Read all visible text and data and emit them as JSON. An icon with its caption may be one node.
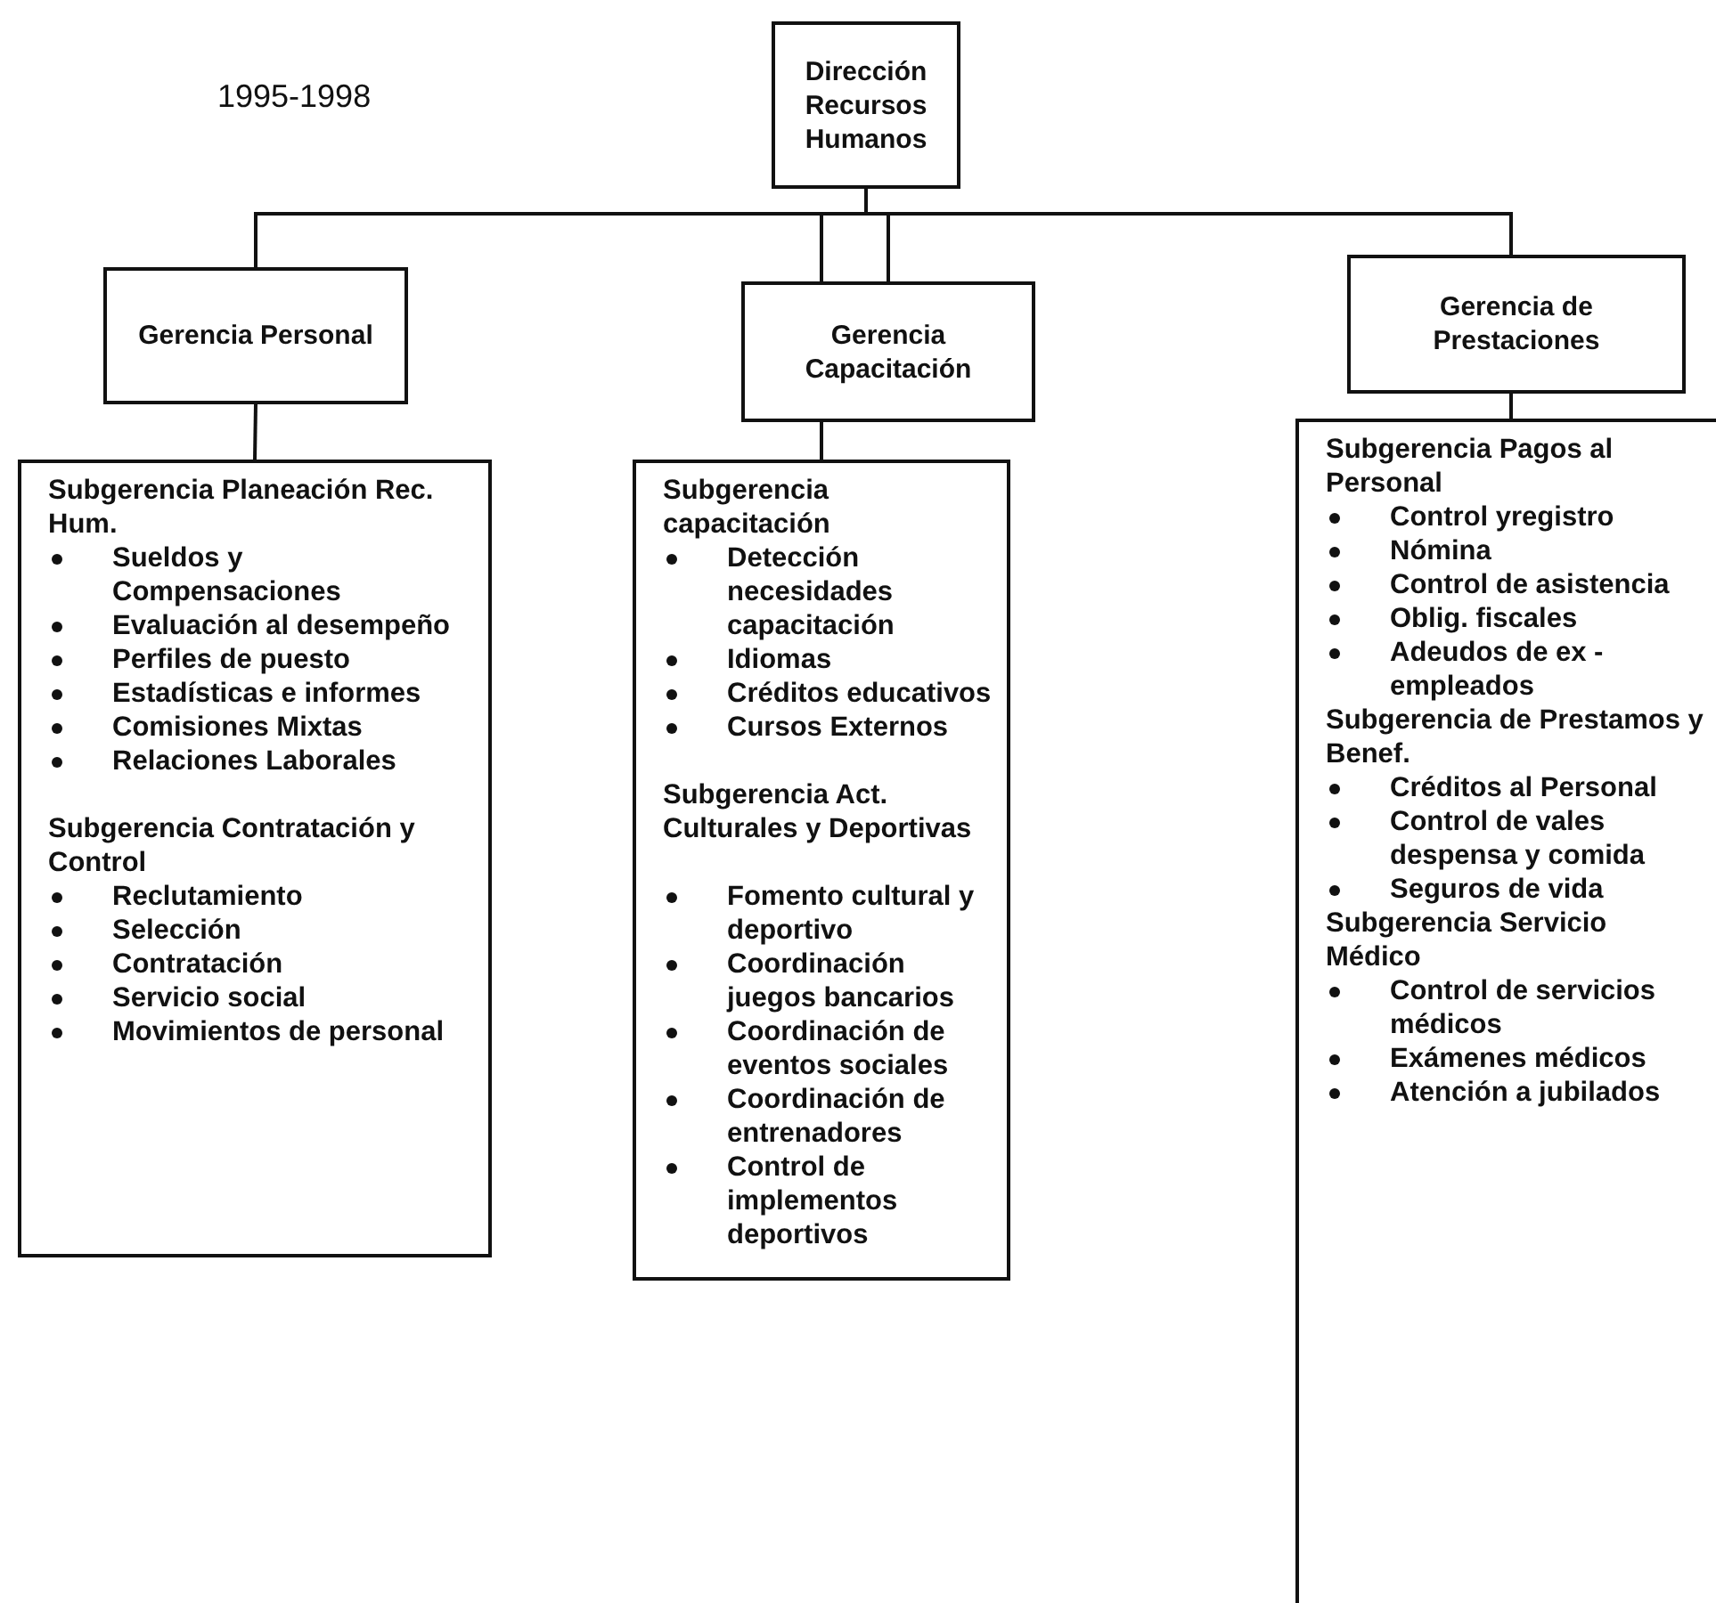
{
  "diagram": {
    "nodes": [
      {
        "text": [
          "Dirección Recursos Humanos"
        ]
      },
      {
        "text": [
          "Gerencia Personal"
        ]
      },
      {
        "text": [
          "Gerencia Capacitación"
        ]
      },
      {
        "text": [
          "Gerencia de Prestaciones"
        ]
      },
      {
        "text": [
          "Subgerencia Planeación Rec. Hum.",
          "Sueldos y Compensaciones",
          "Evaluación al desempeño",
          "Perfiles de puesto",
          "Estadísticas e informes",
          "Comisiones Mixtas",
          "Relaciones Laborales",
          "Subgerencia Contratación y Control",
          "Reclutamiento",
          "Selección",
          "Contratación",
          "Servicio social",
          "Movimientos de personal"
        ]
      },
      {
        "text": [
          "Subgerencia capacitación",
          "Detección necesidades capacitación",
          "Idiomas",
          "Créditos educativos",
          "Cursos Externos",
          "Subgerencia Act. Culturales y Deportivas",
          "Fomento cultural y deportivo",
          "Coordinación juegos bancarios",
          "Coordinación de eventos sociales",
          "Coordinación de entrenadores",
          "Control de implementos deportivos"
        ]
      },
      {
        "text": [
          "Subgerencia Pagos al Personal",
          "Control yregistro",
          "Nómina",
          "Control de asistencia",
          "Oblig. fiscales",
          "Adeudos de ex - empleados",
          "Subgerencia de Prestamos y Benef.",
          "Créditos al Personal",
          "Control de vales despensa y comida",
          "Seguros  de vida",
          "Subgerencia Servicio Médico",
          "Control de servicios médicos",
          "Exámenes médicos",
          "Atención a jubilados"
        ]
      }
    ],
    "edges": [
      {
        "from": 0,
        "to": 1,
        "arrow": "none"
      },
      {
        "from": 0,
        "to": 2,
        "arrow": "none"
      },
      {
        "from": 0,
        "to": 3,
        "arrow": "none"
      },
      {
        "from": 1,
        "to": 4,
        "arrow": "none"
      },
      {
        "from": 2,
        "to": 5,
        "arrow": "none"
      },
      {
        "from": 3,
        "to": 6,
        "arrow": "none"
      }
    ],
    "labels": [
      "1995-1998"
    ]
  }
}
